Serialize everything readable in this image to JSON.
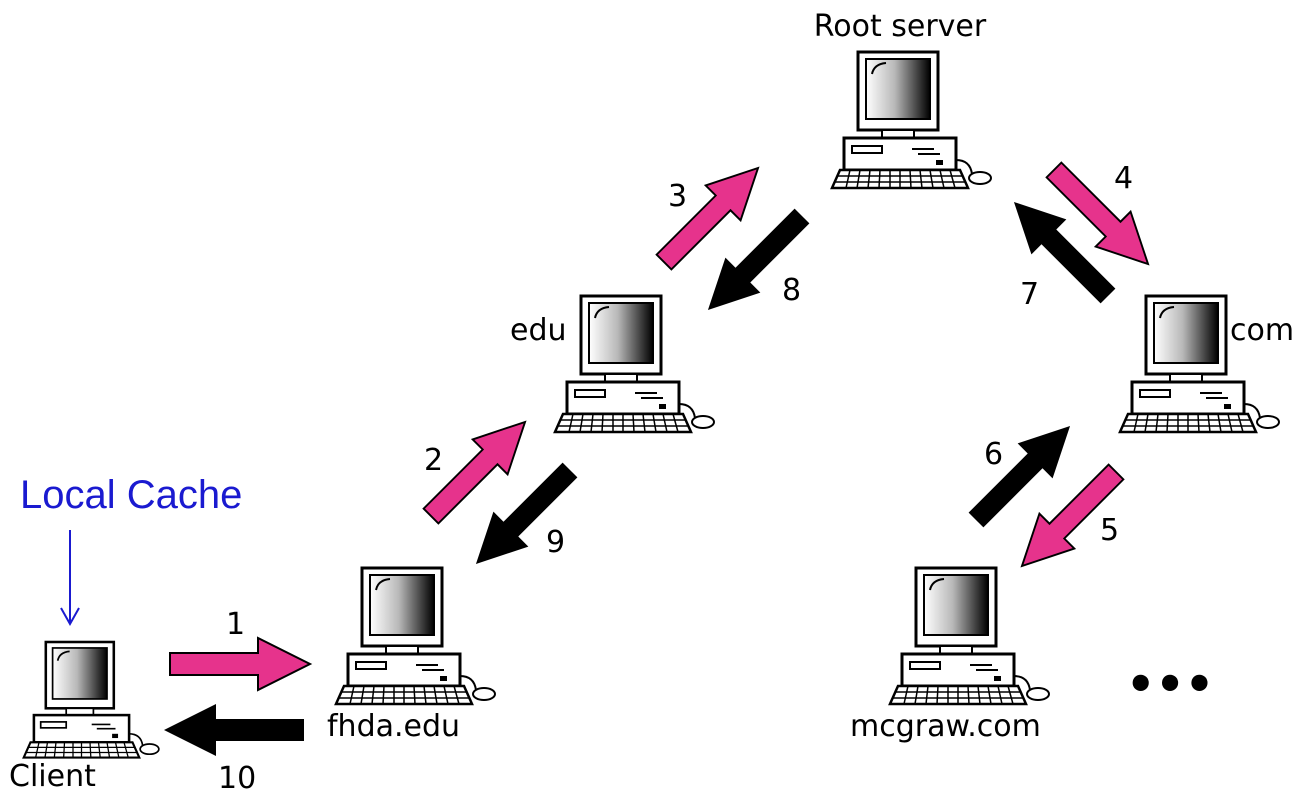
{
  "nodes": {
    "root": "Root server",
    "edu": "edu",
    "com": "com",
    "fhda": "fhda.edu",
    "mcgraw": "mcgraw.com",
    "client": "Client"
  },
  "cache_label": "Local Cache",
  "ellipsis": "•••",
  "steps": [
    "1",
    "2",
    "3",
    "4",
    "5",
    "6",
    "7",
    "8",
    "9",
    "10"
  ],
  "colors": {
    "query": "#e6338c",
    "response": "#000000",
    "cache": "#1a1ad0"
  }
}
